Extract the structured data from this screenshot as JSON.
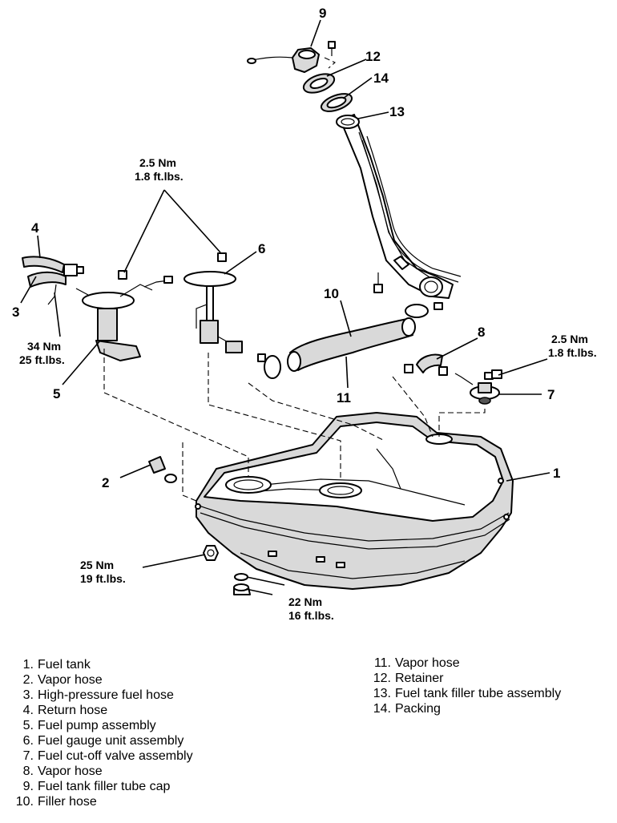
{
  "callouts": {
    "c1": "1",
    "c2": "2",
    "c3": "3",
    "c4": "4",
    "c5": "5",
    "c6": "6",
    "c7": "7",
    "c8": "8",
    "c9": "9",
    "c10": "10",
    "c11": "11",
    "c12": "12",
    "c13": "13",
    "c14": "14"
  },
  "torque_specs": {
    "sender_bolts": {
      "metric": "2.5 Nm",
      "imperial": "1.8 ft.lbs."
    },
    "return_fitting": {
      "metric": "34 Nm",
      "imperial": "25 ft.lbs."
    },
    "cutoff_valve": {
      "metric": "2.5 Nm",
      "imperial": "1.8 ft.lbs."
    },
    "tank_strap_left": {
      "metric": "25 Nm",
      "imperial": "19 ft.lbs."
    },
    "tank_strap_right": {
      "metric": "22 Nm",
      "imperial": "16 ft.lbs."
    }
  },
  "legend_left": [
    {
      "num": "1.",
      "label": "Fuel tank"
    },
    {
      "num": "2.",
      "label": "Vapor hose"
    },
    {
      "num": "3.",
      "label": "High-pressure fuel hose"
    },
    {
      "num": "4.",
      "label": "Return hose"
    },
    {
      "num": "5.",
      "label": "Fuel pump assembly"
    },
    {
      "num": "6.",
      "label": "Fuel gauge unit assembly"
    },
    {
      "num": "7.",
      "label": "Fuel cut-off valve assembly"
    },
    {
      "num": "8.",
      "label": "Vapor hose"
    },
    {
      "num": "9.",
      "label": "Fuel tank filler tube cap"
    },
    {
      "num": "10.",
      "label": "Filler hose"
    }
  ],
  "legend_right": [
    {
      "num": "11.",
      "label": "Vapor hose"
    },
    {
      "num": "12.",
      "label": "Retainer"
    },
    {
      "num": "13.",
      "label": "Fuel tank filler tube assembly"
    },
    {
      "num": "14.",
      "label": "Packing"
    }
  ]
}
